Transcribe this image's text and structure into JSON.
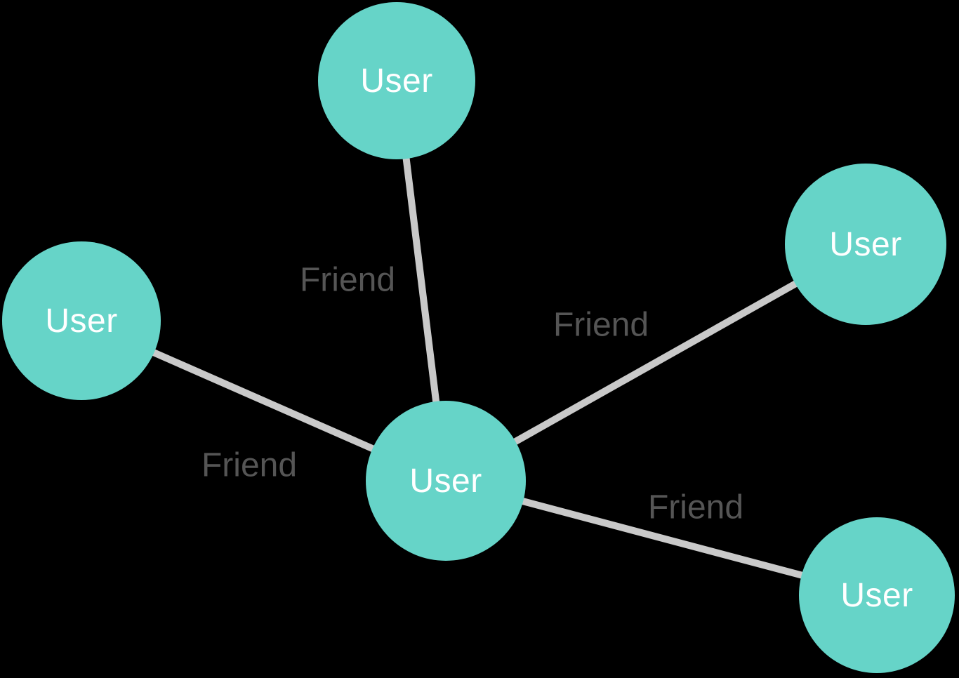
{
  "diagram": {
    "type": "graph",
    "background_color": "#000000",
    "node_fill_color": "#66d4c8",
    "node_label_color": "#ffffff",
    "edge_line_color": "#c9c9c9",
    "edge_label_color": "#555555",
    "nodes": [
      {
        "id": "user-center",
        "label": "User"
      },
      {
        "id": "user-top",
        "label": "User"
      },
      {
        "id": "user-left",
        "label": "User"
      },
      {
        "id": "user-right",
        "label": "User"
      },
      {
        "id": "user-bottom-right",
        "label": "User"
      }
    ],
    "edges": [
      {
        "from": "user-top",
        "to": "user-center",
        "label": "Friend"
      },
      {
        "from": "user-left",
        "to": "user-center",
        "label": "Friend"
      },
      {
        "from": "user-right",
        "to": "user-center",
        "label": "Friend"
      },
      {
        "from": "user-bottom-right",
        "to": "user-center",
        "label": "Friend"
      }
    ]
  }
}
